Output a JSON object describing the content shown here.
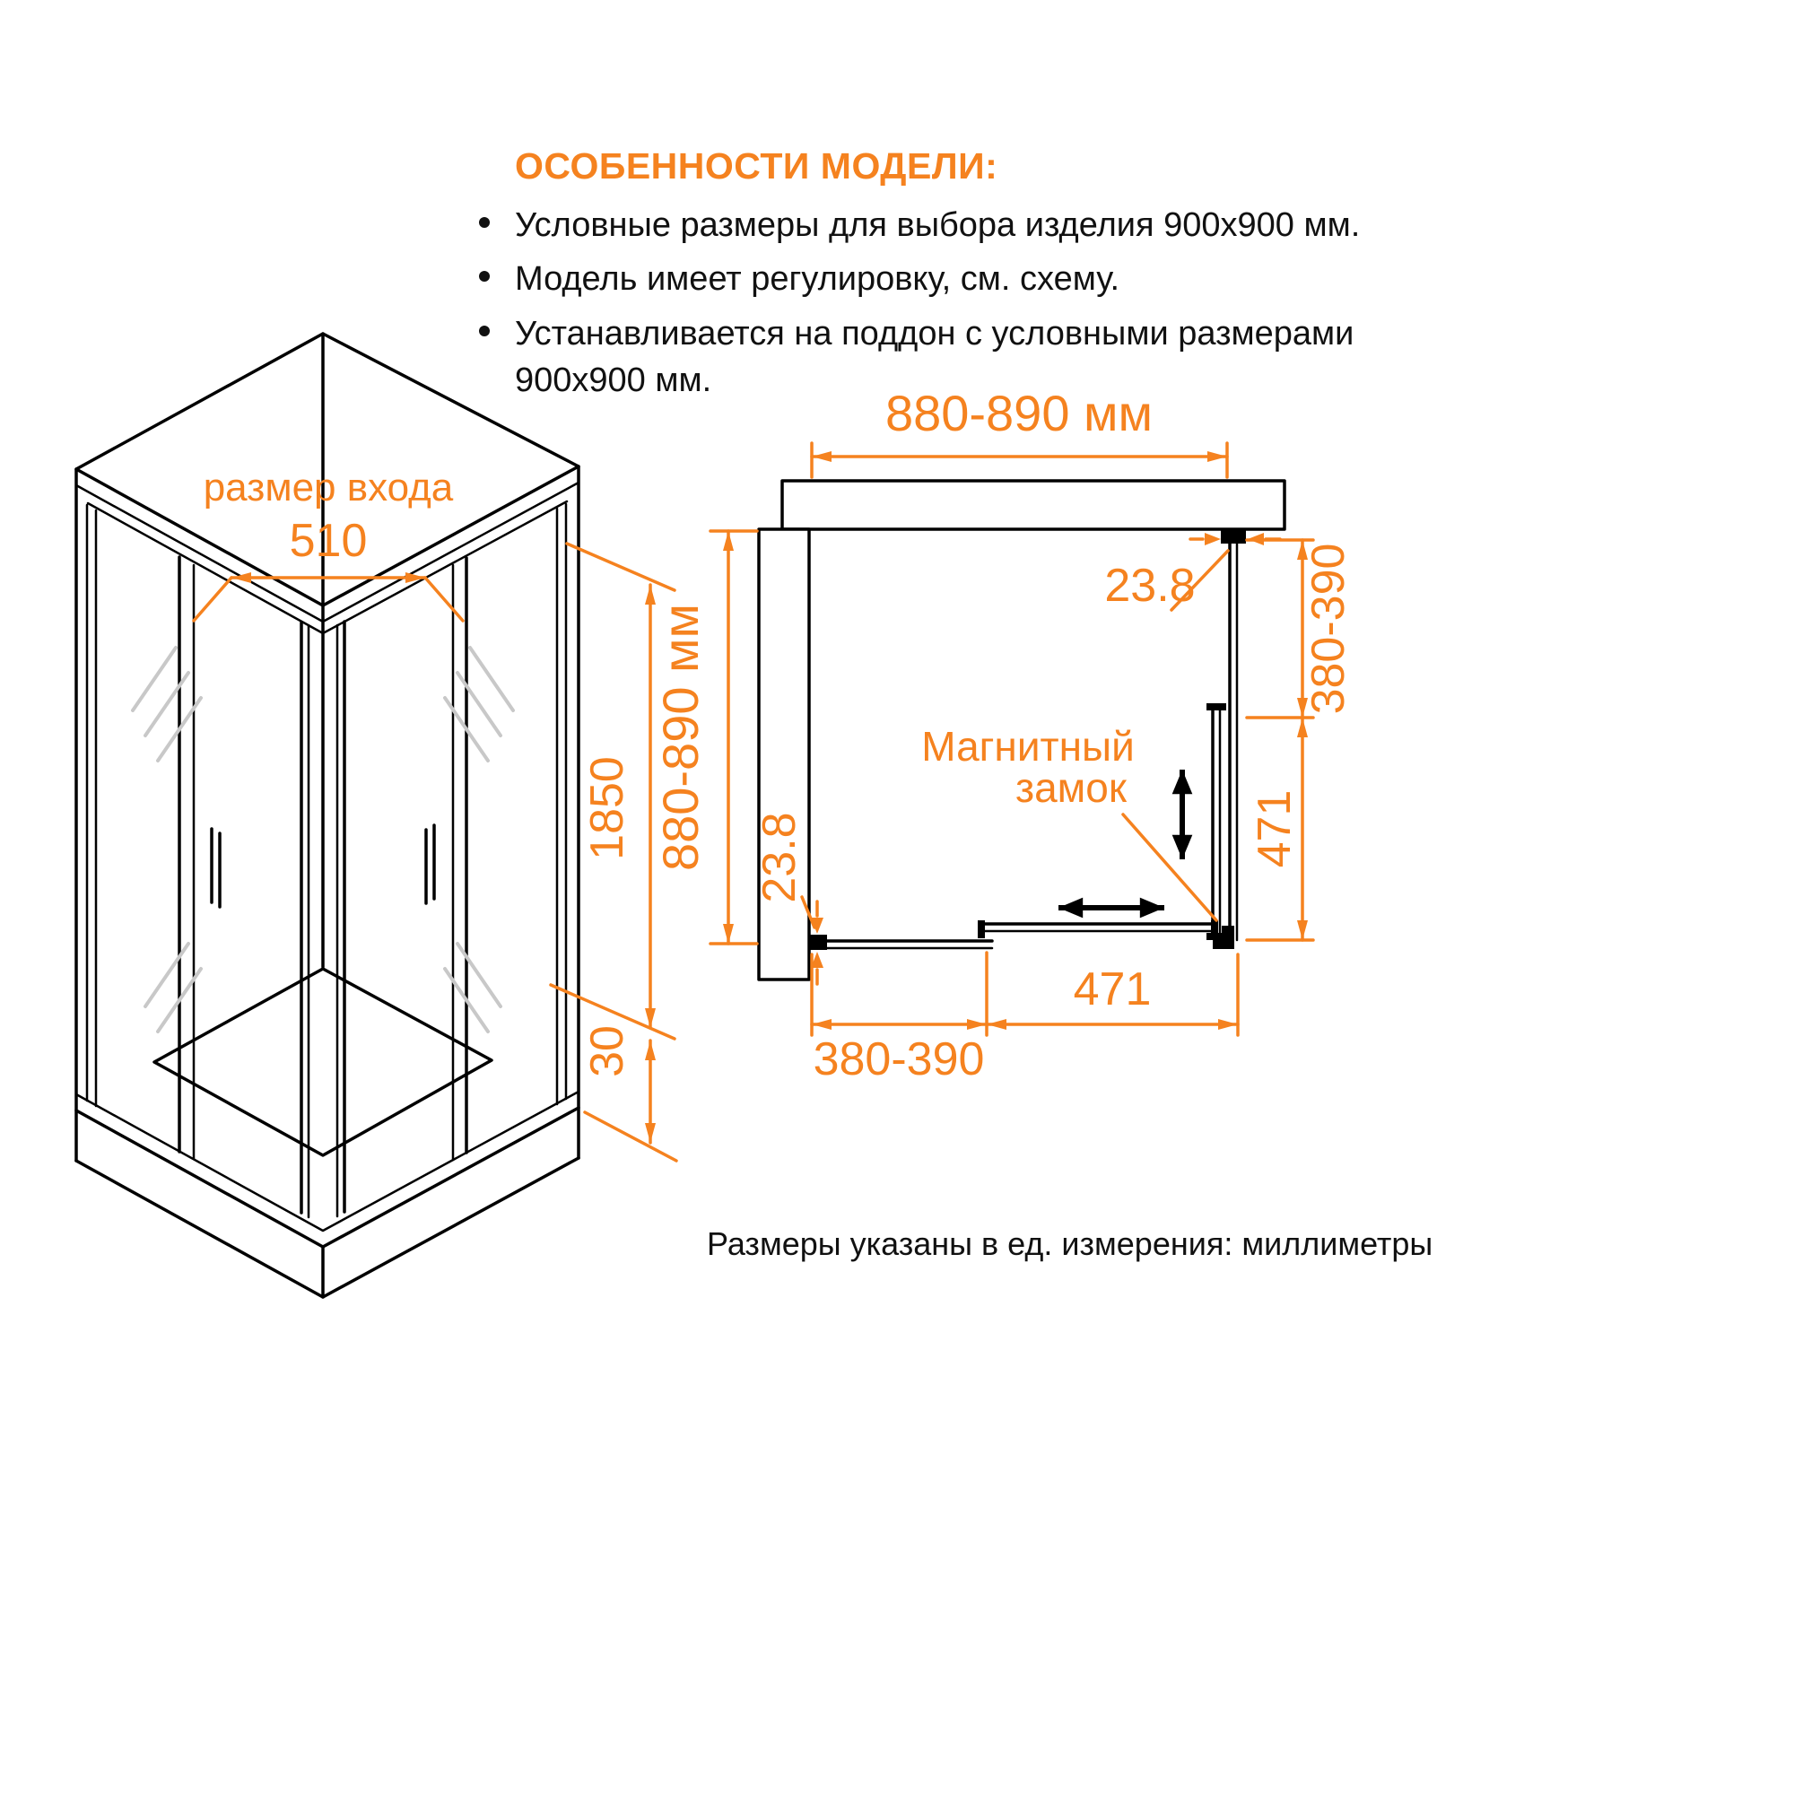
{
  "colors": {
    "accent": "#F5821F",
    "line": "#000000"
  },
  "features": {
    "title": "ОСОБЕННОСТИ МОДЕЛИ:",
    "bullets": [
      "Условные размеры для выбора изделия 900x900 мм.",
      "Модель имеет регулировку, см. схему.",
      "Устанавливается на поддон с условными размерами 900x900 мм."
    ]
  },
  "iso": {
    "entrance_label": "размер входа",
    "entrance_width": "510",
    "door_height": "1850",
    "tray_height": "30"
  },
  "plan": {
    "top_width": "880-890 мм",
    "left_depth": "880-890 мм",
    "right_profile_adjust": "23.8",
    "right_fixed_panel": "380-390",
    "right_door": "471",
    "bottom_profile_adjust": "23.8",
    "bottom_door": "471",
    "bottom_fixed_panel": "380-390",
    "magnet_line1": "Магнитный",
    "magnet_line2": "замок"
  },
  "footer": {
    "note": "Размеры указаны в ед. измерения: миллиметры"
  }
}
